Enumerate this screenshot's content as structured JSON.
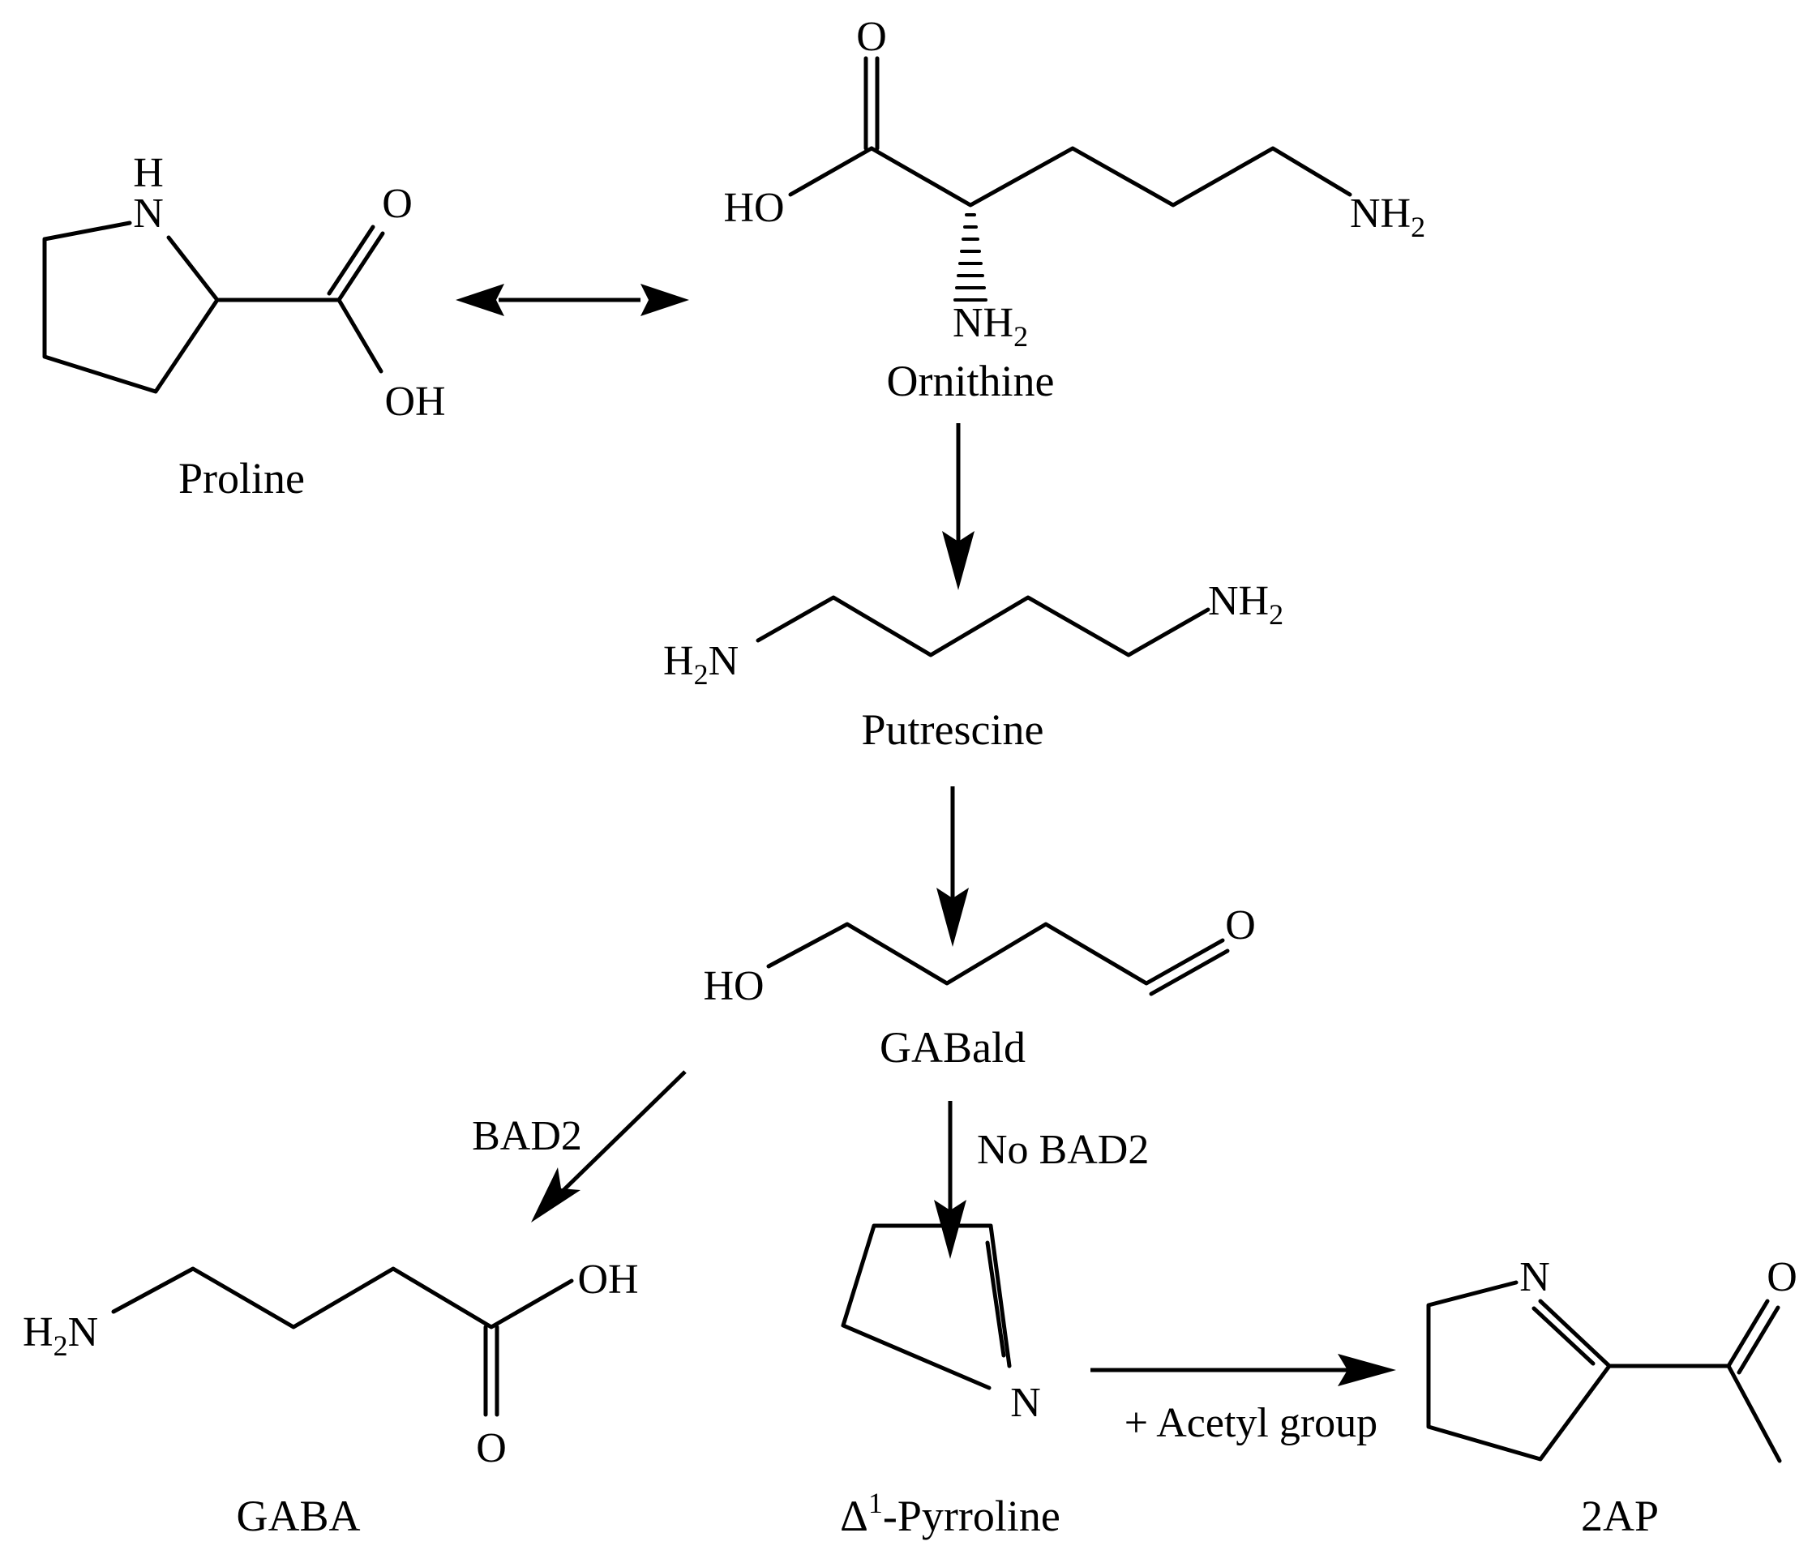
{
  "compounds": {
    "proline": {
      "name": "Proline",
      "atoms": {
        "n": "N",
        "h": "H",
        "o": "O",
        "oh": "OH"
      }
    },
    "ornithine": {
      "name": "Ornithine",
      "atoms": {
        "o": "O",
        "ho": "HO",
        "nh": "NH",
        "sub2": "2"
      }
    },
    "putrescine": {
      "name": "Putrescine",
      "atoms": {
        "h": "H",
        "n": "N",
        "nh": "NH",
        "sub2": "2"
      }
    },
    "gabald": {
      "name": "GABald",
      "atoms": {
        "ho": "HO",
        "o": "O"
      }
    },
    "gaba": {
      "name": "GABA",
      "atoms": {
        "h": "H",
        "n": "N",
        "oh": "OH",
        "o": "O",
        "sub2": "2"
      }
    },
    "pyrroline": {
      "name_delta": "Δ",
      "name_sup": "1",
      "name_rest": "-Pyrroline",
      "atoms": {
        "n": "N"
      }
    },
    "ap2": {
      "name": "2AP",
      "atoms": {
        "n": "N",
        "o": "O"
      }
    }
  },
  "enzymes": {
    "bad2": "BAD2",
    "no_bad2": "No BAD2",
    "acetyl": "+ Acetyl group"
  }
}
